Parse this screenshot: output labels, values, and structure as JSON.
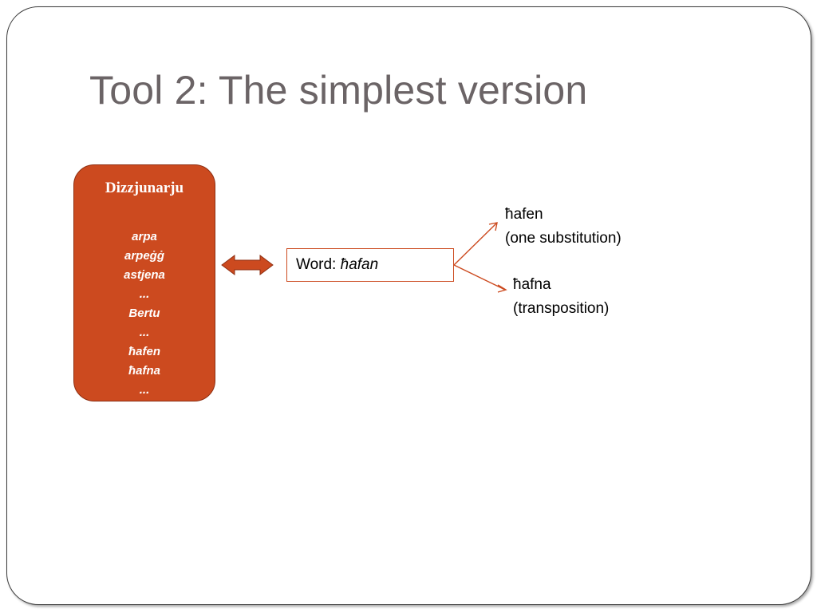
{
  "slide": {
    "title": "Tool 2: The simplest version"
  },
  "dictionary": {
    "title": "Dizzjunarju",
    "entries": [
      "arpa",
      "arpeġġ",
      "astjena",
      "...",
      "Bertu",
      "...",
      "ħafen",
      "ħafna",
      "..."
    ]
  },
  "word_box": {
    "label": "Word:",
    "value": "ħafan"
  },
  "results": [
    {
      "word": "ħafen",
      "note": "(one substitution)"
    },
    {
      "word": "ħafna",
      "note": "(transposition)"
    }
  ],
  "colors": {
    "accent": "#cc4a1f",
    "title_text": "#6b6466"
  }
}
